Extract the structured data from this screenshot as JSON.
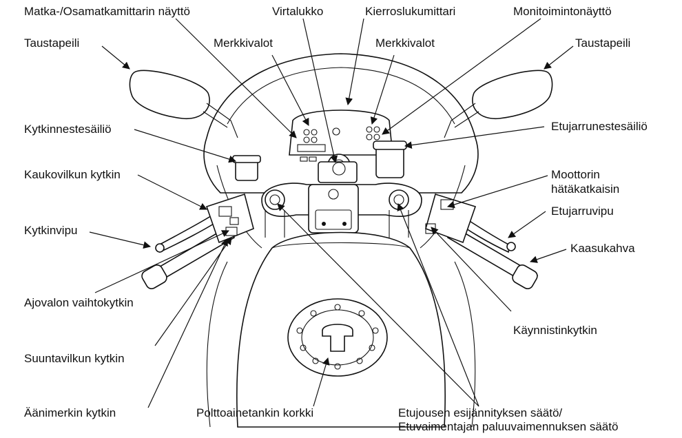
{
  "labels": {
    "odometer_display": "Matka-/Osamatkamittarin näyttö",
    "ignition": "Virtalukko",
    "tachometer": "Kierroslukumittari",
    "multi_display": "Monitoimintonäyttö",
    "mirror_left": "Taustapeili",
    "mirror_right": "Taustapeili",
    "indicators_left": "Merkkivalot",
    "indicators_right": "Merkkivalot",
    "clutch_reservoir": "Kytkinnestesäiliö",
    "front_brake_reservoir": "Etujarrunestesäiliö",
    "dimmer_switch": "Kaukovilkun kytkin",
    "engine_stop_1": "Moottorin",
    "engine_stop_2": "hätäkatkaisin",
    "clutch_lever": "Kytkinvipu",
    "front_brake_lever": "Etujarruvipu",
    "throttle": "Kaasukahva",
    "headlight_switch": "Ajovalon vaihtokytkin",
    "starter_button": "Käynnistinkytkin",
    "turn_signal_switch": "Suuntavilkun kytkin",
    "horn_button": "Äänimerkin kytkin",
    "fuel_cap": "Polttoainetankin korkki",
    "suspension_1": "Etujousen esijännityksen säätö/",
    "suspension_2": "Etuvaimentajan paluuvaimennuksen säätö"
  }
}
